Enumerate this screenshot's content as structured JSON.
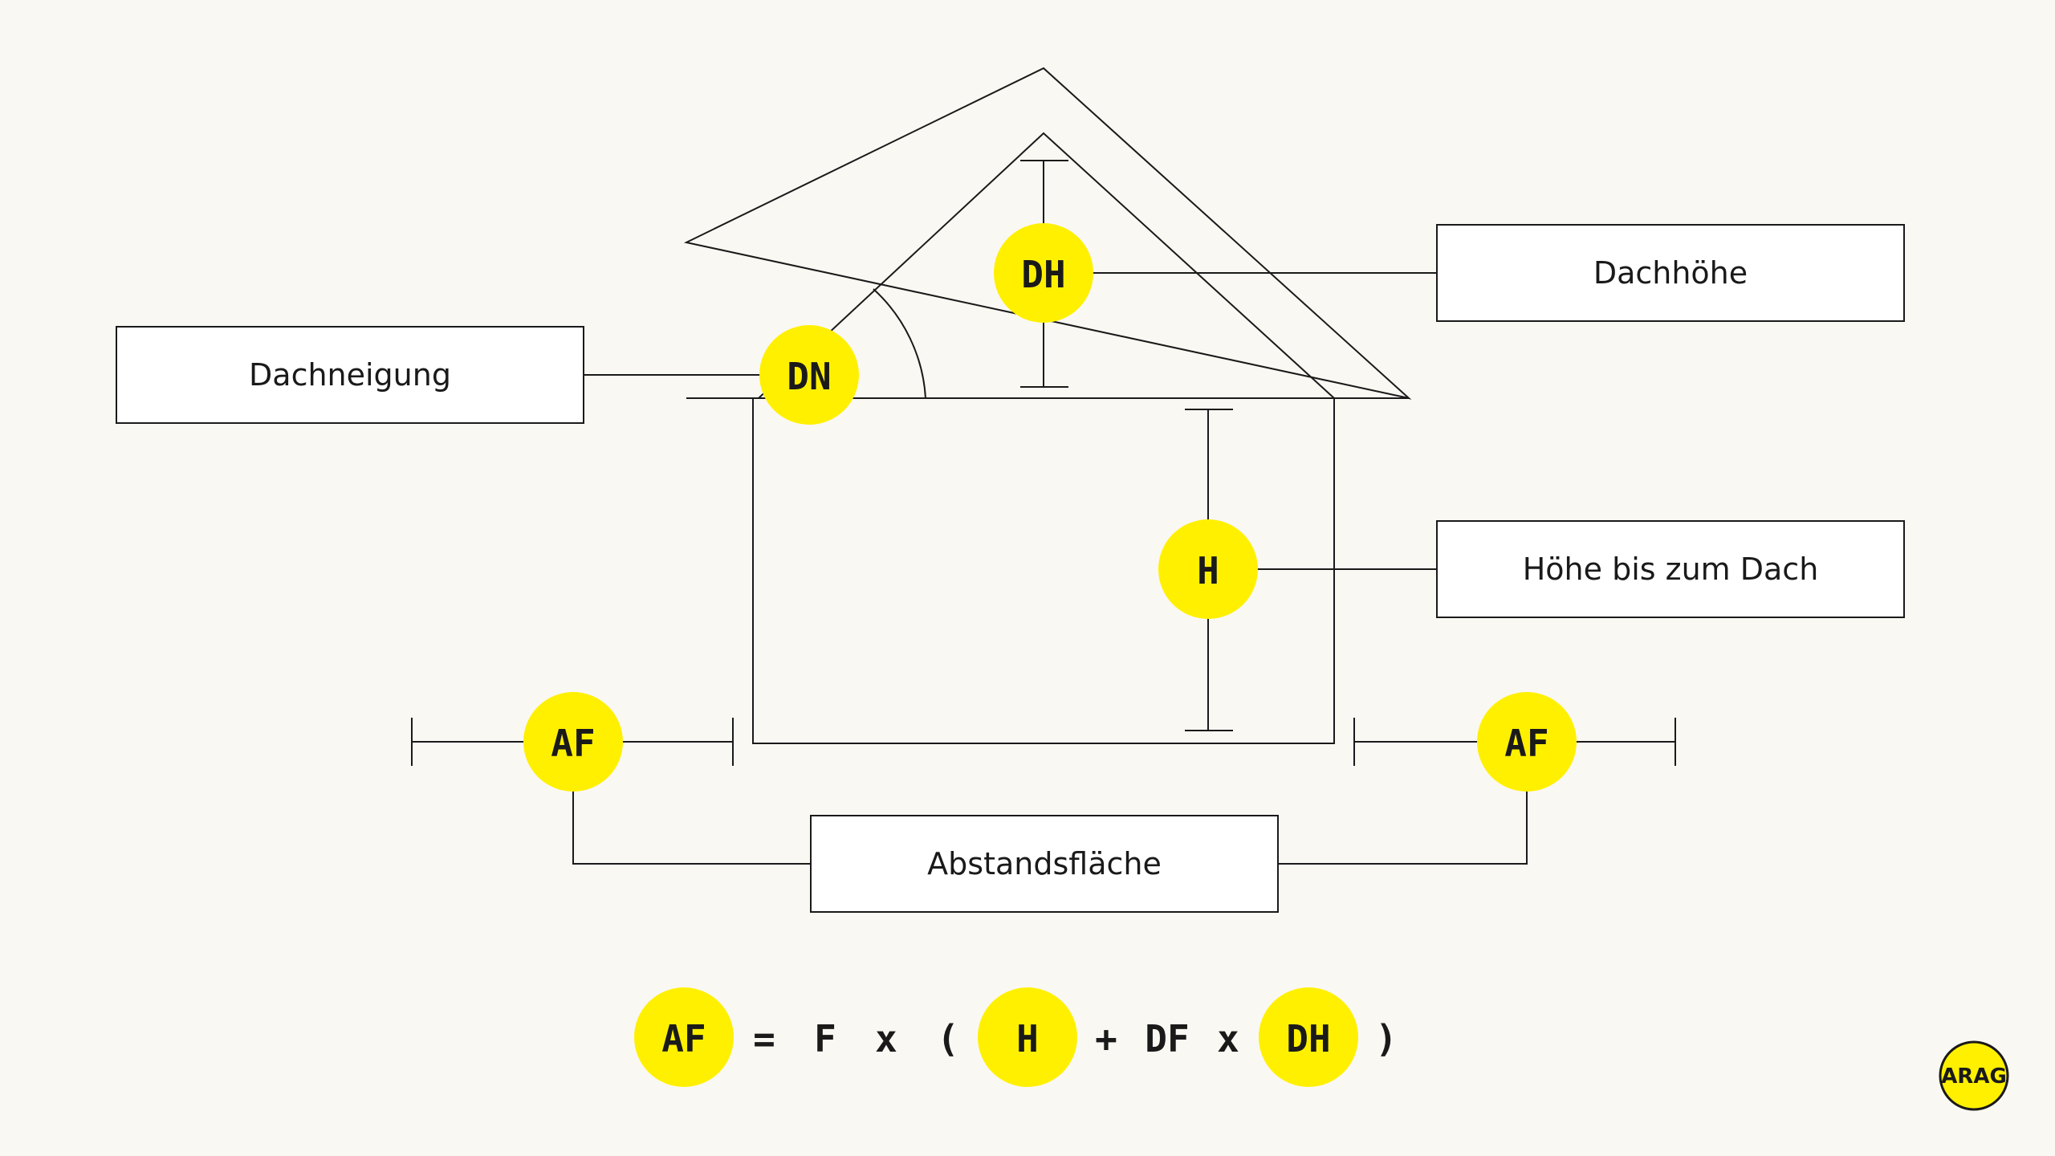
{
  "labels": {
    "dachneigung": "Dachneigung",
    "dachhoehe": "Dachhöhe",
    "hoehe_bis_dach": "Höhe bis zum Dach",
    "abstandsflaeche": "Abstandsfläche"
  },
  "badges": {
    "dn": "DN",
    "dh": "DH",
    "h": "H",
    "af_left": "AF",
    "af_right": "AF"
  },
  "formula": {
    "af": "AF",
    "equals": "=",
    "f": "F",
    "times1": "x",
    "open_paren": "(",
    "h": "H",
    "plus": "+",
    "df": "DF",
    "times2": "x",
    "dh": "DH",
    "close_paren": ")"
  },
  "logo": {
    "text": "ARAG"
  },
  "colors": {
    "accent": "#fff000",
    "background": "#faf8f3",
    "line": "#1a1a1a"
  }
}
